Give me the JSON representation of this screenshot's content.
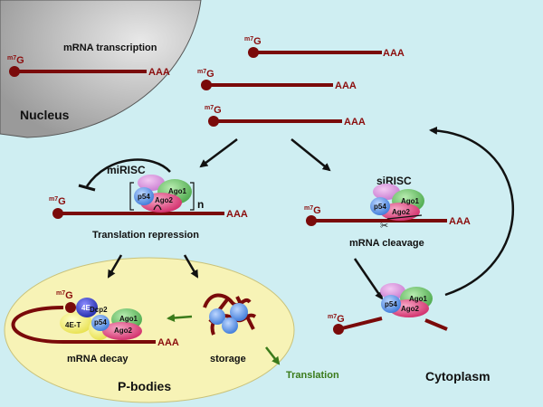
{
  "nucleus": {
    "label": "Nucleus",
    "transcription_label": "mRNA transcription",
    "cap": "m7G",
    "tail": "AAA"
  },
  "cytoplasm_mrnas": [
    {
      "cap": "m7G",
      "tail": "AAA"
    },
    {
      "cap": "m7G",
      "tail": "AAA"
    },
    {
      "cap": "m7G",
      "tail": "AAA"
    }
  ],
  "mirisc": {
    "label": "miRISC",
    "multiplier": "n",
    "cap": "m7G",
    "tail": "AAA",
    "proteins": {
      "p54": "p54",
      "ago1": "Ago1",
      "ago2": "Ago2"
    },
    "caption": "Translation repression"
  },
  "sirisc": {
    "label": "siRISC",
    "cap": "m7G",
    "tail": "AAA",
    "proteins": {
      "p54": "p54",
      "ago1": "Ago1",
      "ago2": "Ago2"
    },
    "caption": "mRNA cleavage"
  },
  "cleaved": {
    "cap": "m7G",
    "proteins": {
      "p54": "p54",
      "ago1": "Ago1",
      "ago2": "Ago2"
    }
  },
  "pbodies": {
    "label": "P-bodies",
    "decay_caption": "mRNA decay",
    "storage_caption": "storage",
    "cap": "m7G",
    "tail": "AAA",
    "proteins": {
      "f4e": "4E",
      "dcp2": "Dcp2",
      "f4et": "4E-T",
      "p54": "p54",
      "ago1": "Ago1",
      "ago2": "Ago2"
    }
  },
  "translation_label": "Translation",
  "cytoplasm_label": "Cytoplasm",
  "colors": {
    "background": "#cfeef2",
    "nucleus": "#a8a8a8",
    "pbody": "#f7f3b6",
    "mrna": "#7a0a0a",
    "ago1": "#6cc46c",
    "ago2": "#e0447a",
    "p54": "#4b8be8",
    "arrow_green": "#3a7a1a"
  }
}
